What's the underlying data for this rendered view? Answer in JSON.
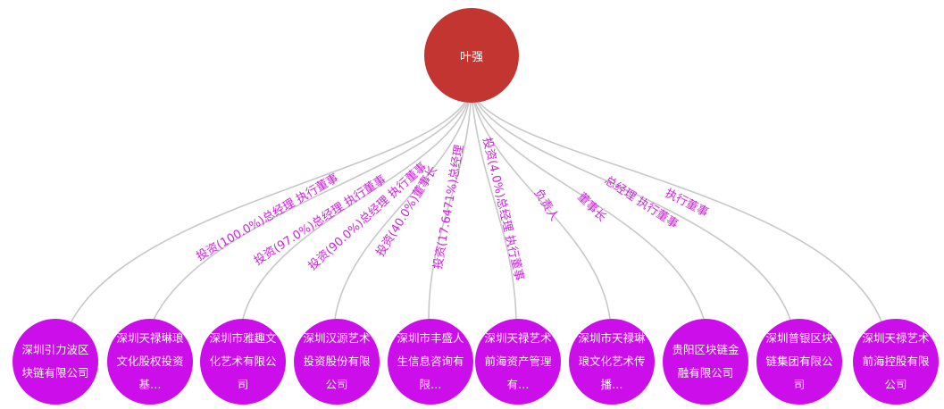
{
  "root": {
    "label": "叶强",
    "color": "#c23531"
  },
  "child_color": "#cc0eeb",
  "edge_color": "#c8c8c8",
  "label_color": "#cc22dd",
  "children": [
    {
      "label": "深圳引力波区块链有限公司",
      "display": "深圳引力波区块链有限公司",
      "edge_label": "投资(100.0%)总经理 执行董事"
    },
    {
      "label": "深圳天禄琳琅文化股权投资基…",
      "display": "深圳天禄琳琅文化股权投资基…",
      "edge_label": "投资(97.0%)总经理 执行董事"
    },
    {
      "label": "深圳市雅趣文化艺术有限公司",
      "display": "深圳市雅趣文化艺术有限公司",
      "edge_label": "投资(90.0%)总经理 执行董事"
    },
    {
      "label": "深圳汉源艺术投资股份有限公司",
      "display": "深圳汉源艺术投资股份有限公司",
      "edge_label": "投资(40.0%)董事长"
    },
    {
      "label": "深圳市丰盛人生信息咨询有限…",
      "display": "深圳市丰盛人生信息咨询有限…",
      "edge_label": "投资(17.6471%)总经理"
    },
    {
      "label": "深圳天禄艺术前海资产管理有…",
      "display": "深圳天禄艺术前海资产管理有…",
      "edge_label": "投资(4.0%)总经理 执行董事"
    },
    {
      "label": "深圳市天禄琳琅文化艺术传播…",
      "display": "深圳市天禄琳琅文化艺术传播…",
      "edge_label": "负责人"
    },
    {
      "label": "贵阳区块链金融有限公司",
      "display": "贵阳区块链金融有限公司",
      "edge_label": "董事长"
    },
    {
      "label": "深圳普银区块链集团有限公司",
      "display": "深圳普银区块链集团有限公司",
      "edge_label": "总经理 执行董事"
    },
    {
      "label": "深圳天禄艺术前海控股有限公司",
      "display": "深圳天禄艺术前海控股有限公司",
      "edge_label": "执行董事"
    }
  ]
}
